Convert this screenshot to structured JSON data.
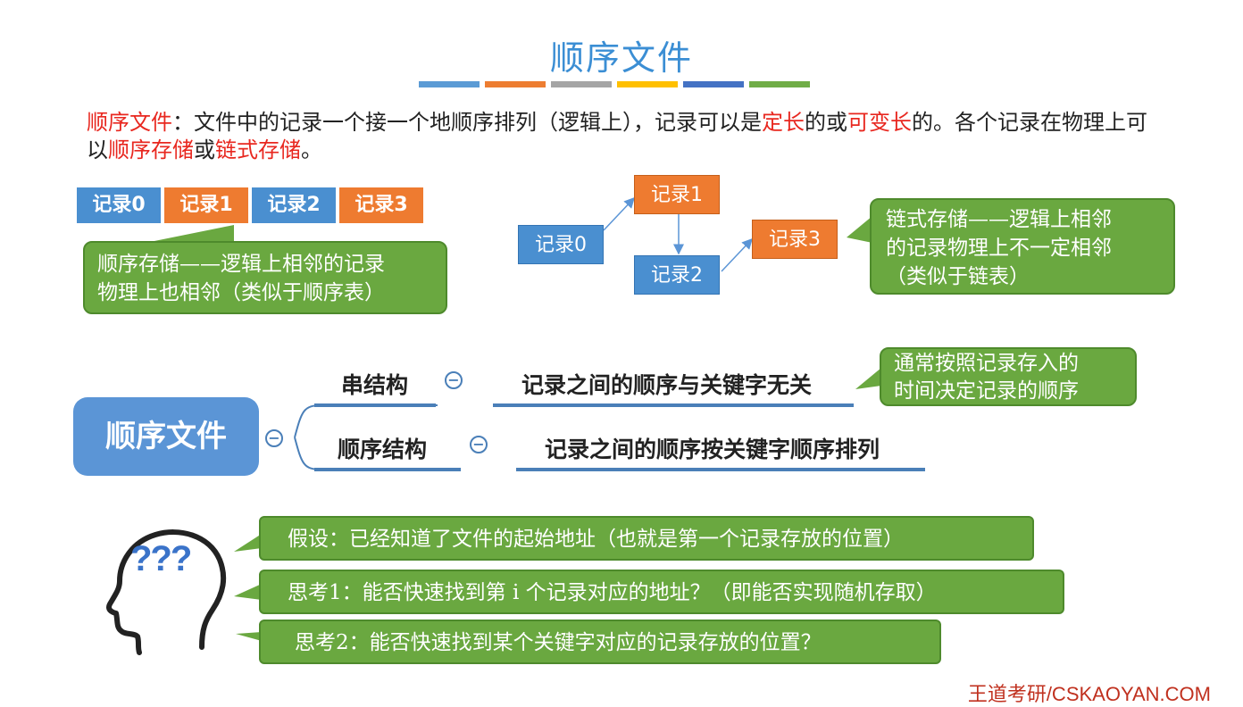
{
  "title": "顺序文件",
  "title_bar_colors": [
    "#5b9bd5",
    "#ed7d31",
    "#a5a5a5",
    "#ffc000",
    "#4472c4",
    "#70ad47"
  ],
  "definition": {
    "part1_red": "顺序文件",
    "part2": "：文件中的记录一个接一个地顺序排列（逻辑上），记录可以是",
    "part3_red": "定长",
    "part4": "的或",
    "part5_red": "可变长",
    "part6": "的。各个记录在物理上可以",
    "part7_red": "顺序存储",
    "part8": "或",
    "part9_red": "链式存储",
    "part10": "。"
  },
  "sequential": {
    "records": [
      "记录0",
      "记录1",
      "记录2",
      "记录3"
    ],
    "callout": [
      "顺序存储——逻辑上相邻的记录",
      "物理上也相邻（类似于顺序表）"
    ]
  },
  "linked": {
    "nodes": [
      "记录0",
      "记录1",
      "记录2",
      "记录3"
    ],
    "callout": [
      "链式存储——逻辑上相邻",
      "的记录物理上不一定相邻",
      "（类似于链表）"
    ]
  },
  "mindmap": {
    "root": "顺序文件",
    "collapse_symbol": "−",
    "branches": [
      {
        "label": "串结构",
        "detail": "记录之间的顺序与关键字无关"
      },
      {
        "label": "顺序结构",
        "detail": "记录之间的顺序按关键字顺序排列"
      }
    ],
    "hint": [
      "通常按照记录存入的",
      "时间决定记录的顺序"
    ]
  },
  "head_icon_text": "???",
  "questions": [
    "假设：已经知道了文件的起始地址（也就是第一个记录存放的位置）",
    "思考1：能否快速找到第 i 个记录对应的地址？（即能否实现随机存取）",
    "思考2：能否快速找到某个关键字对应的记录存放的位置？"
  ],
  "footer": "王道考研/CSKAOYAN.COM"
}
